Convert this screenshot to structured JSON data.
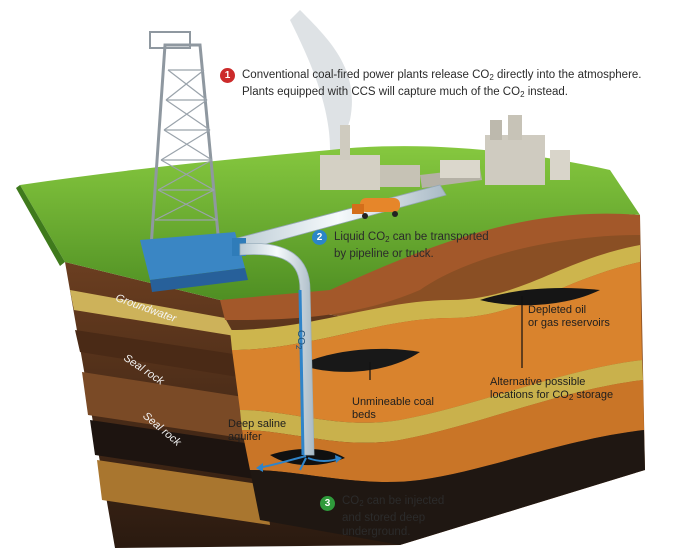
{
  "colors": {
    "grass": "#5e9e2c",
    "grass_light": "#7bbf3a",
    "badge_red": "#cc2b2b",
    "badge_blue": "#2a86c8",
    "badge_green": "#2f9a3b",
    "pipe": "#e7eef2",
    "co2_blue": "#2f84c9"
  },
  "notes": {
    "n1": {
      "number": "1",
      "line1": "Conventional coal-fired power plants release CO",
      "line1_sub": "2",
      "line1_end": " directly into the atmosphere.",
      "line2": "Plants equipped with CCS will capture much of the CO",
      "line2_sub": "2",
      "line2_end": " instead."
    },
    "n2": {
      "number": "2",
      "line1": "Liquid CO",
      "line1_sub": "2",
      "line1_end": " can be transported",
      "line2": "by pipeline or truck."
    },
    "n3": {
      "number": "3",
      "line1": "CO",
      "line1_sub": "2",
      "line1_end": " can be injected",
      "line2": "and stored deep",
      "line3": "underground."
    }
  },
  "labels": {
    "depleted": {
      "line1": "Depleted oil",
      "line2": "or gas reservoirs"
    },
    "alternative": {
      "line1": "Alternative possible",
      "line2": "locations for CO",
      "line2_sub": "2",
      "line2_end": " storage"
    },
    "coal": {
      "line1": "Unmineable coal",
      "line2": "beds"
    },
    "saline": {
      "line1": "Deep saline",
      "line2": "aquifer"
    },
    "pipe": {
      "text": "CO",
      "sub": "2"
    }
  },
  "side_labels": {
    "groundwater": "Groundwater",
    "seal1": "Seal rock",
    "seal2": "Seal rock"
  }
}
